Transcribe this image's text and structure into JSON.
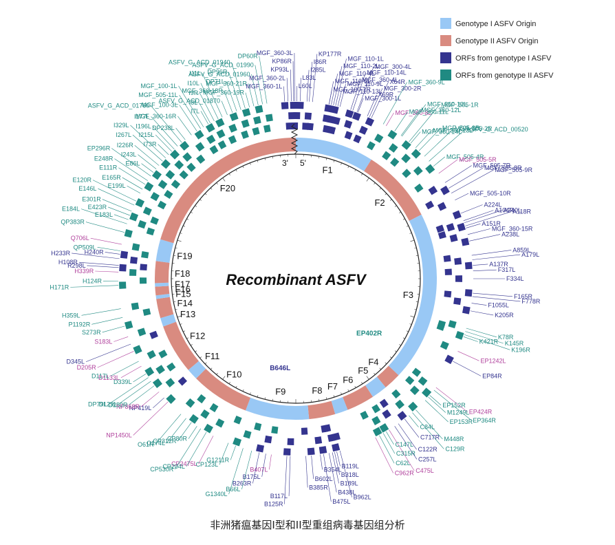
{
  "title": "Recombinant ASFV",
  "caption": "非洲猪瘟基因I型和II型重组病毒基因组分析",
  "start_label": "5'",
  "end_label": "3'",
  "colors": {
    "genotype1": "#99c8f5",
    "genotype2": "#d98b80",
    "orf1": "#34348f",
    "orf2": "#1f8a82",
    "recomb": "#b0409c"
  },
  "legend": [
    {
      "label": "Genotype I ASFV Origin",
      "color": "#99c8f5"
    },
    {
      "label": "Genotype II ASFV Origin",
      "color": "#d98b80"
    },
    {
      "label": "ORFs from genotype I ASFV",
      "color": "#34348f"
    },
    {
      "label": "ORFs from genotype II ASFV",
      "color": "#1f8a82"
    }
  ],
  "fragments": [
    {
      "name": "F1",
      "origin": 1,
      "start": 0,
      "end": 0.09
    },
    {
      "name": "F2",
      "origin": 2,
      "start": 0.09,
      "end": 0.175
    },
    {
      "name": "F3",
      "origin": 1,
      "start": 0.175,
      "end": 0.37
    },
    {
      "name": "F4",
      "origin": 2,
      "start": 0.37,
      "end": 0.39
    },
    {
      "name": "F5",
      "origin": 1,
      "start": 0.39,
      "end": 0.408
    },
    {
      "name": "F6",
      "origin": 2,
      "start": 0.408,
      "end": 0.44
    },
    {
      "name": "F7",
      "origin": 1,
      "start": 0.44,
      "end": 0.455
    },
    {
      "name": "F8",
      "origin": 2,
      "start": 0.455,
      "end": 0.485
    },
    {
      "name": "F9",
      "origin": 1,
      "start": 0.485,
      "end": 0.558
    },
    {
      "name": "F10",
      "origin": 2,
      "start": 0.558,
      "end": 0.625
    },
    {
      "name": "F11",
      "origin": 1,
      "start": 0.625,
      "end": 0.638
    },
    {
      "name": "F12",
      "origin": 2,
      "start": 0.638,
      "end": 0.695
    },
    {
      "name": "F13",
      "origin": 1,
      "start": 0.695,
      "end": 0.705
    },
    {
      "name": "F14",
      "origin": 2,
      "start": 0.705,
      "end": 0.727
    },
    {
      "name": "F15",
      "origin": 1,
      "start": 0.727,
      "end": 0.731
    },
    {
      "name": "F16",
      "origin": 2,
      "start": 0.731,
      "end": 0.741
    },
    {
      "name": "F17",
      "origin": 1,
      "start": 0.741,
      "end": 0.745
    },
    {
      "name": "F18",
      "origin": 2,
      "start": 0.745,
      "end": 0.77
    },
    {
      "name": "F19",
      "origin": 1,
      "start": 0.77,
      "end": 0.795
    },
    {
      "name": "F20",
      "origin": 2,
      "start": 0.795,
      "end": 1
    }
  ],
  "orf_labels": [
    {
      "label": "KP177R",
      "f": 0.015,
      "g": 1
    },
    {
      "label": "MGF_100-1R",
      "f": 0.03,
      "g": 1
    },
    {
      "label": "MGF_110-5L",
      "f": 0.03,
      "g": 1
    },
    {
      "label": "MGF_110-4L",
      "f": 0.032,
      "g": 1
    },
    {
      "label": "MGF_110-2L",
      "f": 0.034,
      "g": 1
    },
    {
      "label": "MGF_110-1L",
      "f": 0.036,
      "g": 1
    },
    {
      "label": "MGF_110-13L",
      "f": 0.038,
      "g": 1
    },
    {
      "label": "MGF_110-9L",
      "f": 0.04,
      "g": 1
    },
    {
      "label": "MGF_360-4L",
      "f": 0.05,
      "g": 1
    },
    {
      "label": "MGF_300-4L",
      "f": 0.056,
      "g": 1
    },
    {
      "label": "MGF_110-14L",
      "f": 0.052,
      "g": 1
    },
    {
      "label": "MGF_300-1L",
      "f": 0.057,
      "g": 1
    },
    {
      "label": "X69R",
      "f": 0.066,
      "g": 1
    },
    {
      "label": "MGF_300-2R",
      "f": 0.068,
      "g": 1
    },
    {
      "label": "X64R",
      "f": 0.07,
      "g": 1
    },
    {
      "label": "MGF_360-9L",
      "f": 0.082,
      "g": 2
    },
    {
      "label": "MGF_360-8L",
      "f": 0.085,
      "g": 3
    },
    {
      "label": "MGF_360-11L",
      "f": 0.094,
      "g": 2
    },
    {
      "label": "MGF_360-12L",
      "f": 0.101,
      "g": 2
    },
    {
      "label": "MGF_360-10L",
      "f": 0.102,
      "g": 2
    },
    {
      "label": "MGF_505-1R",
      "f": 0.11,
      "g": 2
    },
    {
      "label": "MGF_360-14L",
      "f": 0.112,
      "g": 2
    },
    {
      "label": "MGF_360-13L",
      "f": 0.118,
      "g": 2
    },
    {
      "label": "MGF_505-3R",
      "f": 0.122,
      "g": 2
    },
    {
      "label": "MGF_505-2R",
      "f": 0.129,
      "g": 2
    },
    {
      "label": "ASFV_G_ACD_00520",
      "f": 0.135,
      "g": 2
    },
    {
      "label": "MGF_505-4R",
      "f": 0.141,
      "g": 2
    },
    {
      "label": "MGF_505-5R",
      "f": 0.149,
      "g": 3
    },
    {
      "label": "MGF_505-7R",
      "f": 0.159,
      "g": 1
    },
    {
      "label": "MGF_505-8R",
      "f": 0.165,
      "g": 1
    },
    {
      "label": "MGF_505-9R",
      "f": 0.17,
      "g": 1
    },
    {
      "label": "MGF_505-10R",
      "f": 0.177,
      "g": 1
    },
    {
      "label": "A224L",
      "f": 0.19,
      "g": 1
    },
    {
      "label": "A104R",
      "f": 0.197,
      "g": 1
    },
    {
      "label": "A240L",
      "f": 0.199,
      "g": 1
    },
    {
      "label": "A118R",
      "f": 0.202,
      "g": 1
    },
    {
      "label": "A151R",
      "f": 0.204,
      "g": 1
    },
    {
      "label": "MGF_360-15R",
      "f": 0.21,
      "g": 1
    },
    {
      "label": "A238L",
      "f": 0.216,
      "g": 1
    },
    {
      "label": "A859L",
      "f": 0.229,
      "g": 1
    },
    {
      "label": "A179L",
      "f": 0.233,
      "g": 1
    },
    {
      "label": "A137R",
      "f": 0.238,
      "g": 1
    },
    {
      "label": "F317L",
      "f": 0.243,
      "g": 1
    },
    {
      "label": "F334L",
      "f": 0.25,
      "g": 1
    },
    {
      "label": "F165R",
      "f": 0.263,
      "g": 1
    },
    {
      "label": "F778R",
      "f": 0.266,
      "g": 1
    },
    {
      "label": "F1055L",
      "f": 0.272,
      "g": 1
    },
    {
      "label": "K205R",
      "f": 0.279,
      "g": 1
    },
    {
      "label": "K145R",
      "f": 0.298,
      "g": 2
    },
    {
      "label": "K78R",
      "f": 0.295,
      "g": 2
    },
    {
      "label": "K421R",
      "f": 0.303,
      "g": 2
    },
    {
      "label": "K196R",
      "f": 0.301,
      "g": 2
    },
    {
      "label": "EP1242L",
      "f": 0.317,
      "g": 3
    },
    {
      "label": "EP84R",
      "f": 0.327,
      "g": 1
    },
    {
      "label": "EP424R",
      "f": 0.355,
      "g": 3
    },
    {
      "label": "EP364R",
      "f": 0.358,
      "g": 2
    },
    {
      "label": "EP152R",
      "f": 0.364,
      "g": 2
    },
    {
      "label": "M1249L",
      "f": 0.366,
      "g": 2
    },
    {
      "label": "EP153R",
      "f": 0.37,
      "g": 2
    },
    {
      "label": "M448R",
      "f": 0.382,
      "g": 2
    },
    {
      "label": "C129R",
      "f": 0.386,
      "g": 2
    },
    {
      "label": "C84L",
      "f": 0.39,
      "g": 2
    },
    {
      "label": "C717R",
      "f": 0.395,
      "g": 1
    },
    {
      "label": "C122R",
      "f": 0.402,
      "g": 1
    },
    {
      "label": "C257L",
      "f": 0.406,
      "g": 1
    },
    {
      "label": "C147L",
      "f": 0.415,
      "g": 2
    },
    {
      "label": "C475L",
      "f": 0.412,
      "g": 3
    },
    {
      "label": "C315R",
      "f": 0.418,
      "g": 2
    },
    {
      "label": "C62L",
      "f": 0.422,
      "g": 2
    },
    {
      "label": "C962R",
      "f": 0.426,
      "g": 3
    },
    {
      "label": "B962L",
      "f": 0.46,
      "g": 1
    },
    {
      "label": "B119L",
      "f": 0.463,
      "g": 1
    },
    {
      "label": "B189L",
      "f": 0.467,
      "g": 1
    },
    {
      "label": "B318L",
      "f": 0.465,
      "g": 1
    },
    {
      "label": "B475L",
      "f": 0.475,
      "g": 1
    },
    {
      "label": "B438L",
      "f": 0.47,
      "g": 1
    },
    {
      "label": "B354L",
      "f": 0.478,
      "g": 1
    },
    {
      "label": "B602L",
      "f": 0.486,
      "g": 1
    },
    {
      "label": "B385R",
      "f": 0.491,
      "g": 1
    },
    {
      "label": "B117L",
      "f": 0.505,
      "g": 1
    },
    {
      "label": "B125R",
      "f": 0.508,
      "g": 1
    },
    {
      "label": "B407L",
      "f": 0.522,
      "g": 3
    },
    {
      "label": "B175L",
      "f": 0.527,
      "g": 1
    },
    {
      "label": "B263R",
      "f": 0.533,
      "g": 1
    },
    {
      "label": "B66L",
      "f": 0.54,
      "g": 2
    },
    {
      "label": "G1340L",
      "f": 0.548,
      "g": 2
    },
    {
      "label": "G1211R",
      "f": 0.555,
      "g": 2
    },
    {
      "label": "CP123L",
      "f": 0.562,
      "g": 2
    },
    {
      "label": "CP2475L",
      "f": 0.577,
      "g": 3
    },
    {
      "label": "CP204L",
      "f": 0.584,
      "g": 2
    },
    {
      "label": "CP530R",
      "f": 0.59,
      "g": 2
    },
    {
      "label": "CP80R",
      "f": 0.594,
      "g": 2
    },
    {
      "label": "CP312R",
      "f": 0.6,
      "g": 2
    },
    {
      "label": "O174L",
      "f": 0.606,
      "g": 2
    },
    {
      "label": "O61R",
      "f": 0.612,
      "g": 2
    },
    {
      "label": "NP1450L",
      "f": 0.628,
      "g": 3
    },
    {
      "label": "NP419L",
      "f": 0.633,
      "g": 1
    },
    {
      "label": "NP868R",
      "f": 0.64,
      "g": 3
    },
    {
      "label": "D250R",
      "f": 0.647,
      "g": 2
    },
    {
      "label": "D129L",
      "f": 0.652,
      "g": 2
    },
    {
      "label": "DP79L",
      "f": 0.656,
      "g": 2
    },
    {
      "label": "D339L",
      "f": 0.66,
      "g": 2
    },
    {
      "label": "D1133L",
      "f": 0.668,
      "g": 3
    },
    {
      "label": "D117L",
      "f": 0.673,
      "g": 2
    },
    {
      "label": "D205R",
      "f": 0.683,
      "g": 3
    },
    {
      "label": "D345L",
      "f": 0.69,
      "g": 1
    },
    {
      "label": "S183L",
      "f": 0.697,
      "g": 3
    },
    {
      "label": "S273R",
      "f": 0.707,
      "g": 2
    },
    {
      "label": "P1192R",
      "f": 0.715,
      "g": 2
    },
    {
      "label": "H359L",
      "f": 0.723,
      "g": 2
    },
    {
      "label": "H171R",
      "f": 0.744,
      "g": 2
    },
    {
      "label": "H124R",
      "f": 0.748,
      "g": 2
    },
    {
      "label": "H339R",
      "f": 0.756,
      "g": 3
    },
    {
      "label": "R298L",
      "f": 0.76,
      "g": 1
    },
    {
      "label": "H108R",
      "f": 0.762,
      "g": 1
    },
    {
      "label": "H233R",
      "f": 0.768,
      "g": 1
    },
    {
      "label": "H240R",
      "f": 0.772,
      "g": 1
    },
    {
      "label": "QP509L",
      "f": 0.775,
      "g": 2
    },
    {
      "label": "Q706L",
      "f": 0.781,
      "g": 3
    },
    {
      "label": "QP383R",
      "f": 0.792,
      "g": 2
    },
    {
      "label": "E184L",
      "f": 0.8,
      "g": 2
    },
    {
      "label": "E183L",
      "f": 0.804,
      "g": 2
    },
    {
      "label": "E423R",
      "f": 0.808,
      "g": 2
    },
    {
      "label": "E301R",
      "f": 0.812,
      "g": 2
    },
    {
      "label": "E146L",
      "f": 0.818,
      "g": 2
    },
    {
      "label": "E120R",
      "f": 0.822,
      "g": 2
    },
    {
      "label": "E199L",
      "f": 0.83,
      "g": 2
    },
    {
      "label": "E165R",
      "f": 0.834,
      "g": 2
    },
    {
      "label": "E111R",
      "f": 0.839,
      "g": 2
    },
    {
      "label": "E248R",
      "f": 0.843,
      "g": 2
    },
    {
      "label": "EP296R",
      "f": 0.848,
      "g": 2
    },
    {
      "label": "E86L",
      "f": 0.852,
      "g": 2
    },
    {
      "label": "I243L",
      "f": 0.856,
      "g": 2
    },
    {
      "label": "I226R",
      "f": 0.86,
      "g": 2
    },
    {
      "label": "I267L",
      "f": 0.865,
      "g": 2
    },
    {
      "label": "I329L",
      "f": 0.869,
      "g": 2
    },
    {
      "label": "I73R",
      "f": 0.873,
      "g": 2
    },
    {
      "label": "I215L",
      "f": 0.877,
      "g": 2
    },
    {
      "label": "I196L",
      "f": 0.88,
      "g": 2
    },
    {
      "label": "I177L",
      "f": 0.884,
      "g": 2
    },
    {
      "label": "ASFV_G_ACD_01760",
      "f": 0.889,
      "g": 2
    },
    {
      "label": "DP238L",
      "f": 0.893,
      "g": 2
    },
    {
      "label": "MGF_360-16R",
      "f": 0.9,
      "g": 2
    },
    {
      "label": "MGF_100-3L",
      "f": 0.906,
      "g": 2
    },
    {
      "label": "MGF_505-11L",
      "f": 0.91,
      "g": 2
    },
    {
      "label": "MGF_100-1L",
      "f": 0.913,
      "g": 2
    },
    {
      "label": "I7L",
      "f": 0.918,
      "g": 2
    },
    {
      "label": "I8L",
      "f": 0.92,
      "g": 2
    },
    {
      "label": "I9R",
      "f": 0.924,
      "g": 2
    },
    {
      "label": "I10L",
      "f": 0.928,
      "g": 2
    },
    {
      "label": "I11L",
      "f": 0.932,
      "g": 2
    },
    {
      "label": "ASFV_G_ACD_01870",
      "f": 0.937,
      "g": 2
    },
    {
      "label": "MGF_360-18R",
      "f": 0.942,
      "g": 2
    },
    {
      "label": "DP71L",
      "f": 0.946,
      "g": 2
    },
    {
      "label": "DP96R",
      "f": 0.95,
      "g": 2
    },
    {
      "label": "ASFV_G_ACD_01940",
      "f": 0.954,
      "g": 2
    },
    {
      "label": "MGF_360-19R",
      "f": 0.958,
      "g": 2
    },
    {
      "label": "MGF_360-21R",
      "f": 0.962,
      "g": 2
    },
    {
      "label": "ASFV_G_ACD_01960",
      "f": 0.966,
      "g": 2
    },
    {
      "label": "ASFV_G_ACD_01990",
      "f": 0.97,
      "g": 2
    },
    {
      "label": "DP60R",
      "f": 0.974,
      "g": 2
    },
    {
      "label": "MGF_360-1L",
      "f": 0.99,
      "g": 1
    },
    {
      "label": "MGF_360-2L",
      "f": 0.993,
      "g": 1
    },
    {
      "label": "KP93L",
      "f": 0.996,
      "g": 1
    },
    {
      "label": "KP86R",
      "f": 0.998,
      "g": 1
    },
    {
      "label": "MGF_360-3L",
      "f": 0.999,
      "g": 1
    },
    {
      "label": "L60L",
      "f": 0.001,
      "g": 1
    },
    {
      "label": "L83L",
      "f": 0.004,
      "g": 1
    },
    {
      "label": "I285L",
      "f": 0.01,
      "g": 1
    },
    {
      "label": "I86R",
      "f": 0.012,
      "g": 1
    }
  ],
  "inner_labels": [
    {
      "label": "EP402R",
      "f": 0.355,
      "g": 2
    },
    {
      "label": "B646L",
      "f": 0.527,
      "g": 1
    }
  ]
}
